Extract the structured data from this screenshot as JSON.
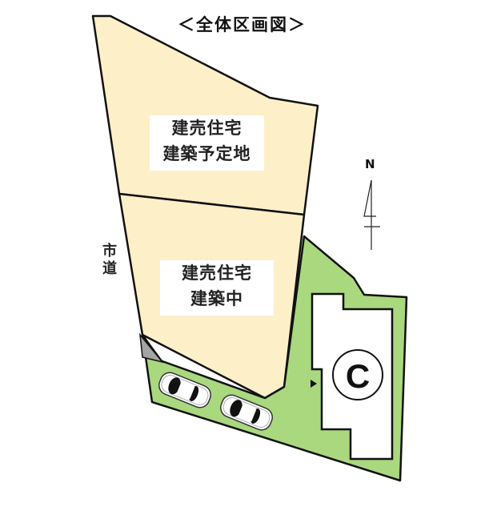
{
  "title": "＜全体区画図＞",
  "lots": [
    {
      "id": "lot-planned",
      "lines": [
        "建売住宅",
        "建築予定地"
      ],
      "fill": "#fdefc8"
    },
    {
      "id": "lot-under-construction",
      "lines": [
        "建売住宅",
        "建築中"
      ],
      "fill": "#fdefc8"
    }
  ],
  "road": {
    "chars": [
      "市",
      "道"
    ]
  },
  "compass": {
    "label": "N"
  },
  "building": {
    "mark": "C"
  },
  "colors": {
    "lot_fill": "#fdefc8",
    "green_area": "#a9d87e",
    "gray_corner": "#a4a4a4",
    "outline": "#111111"
  }
}
